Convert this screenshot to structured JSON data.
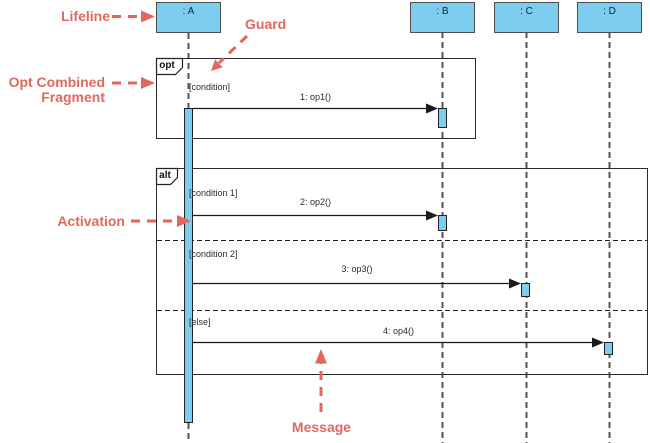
{
  "colors": {
    "shape-fill": "#7DCDF0",
    "shape-border": "#4D4D4D",
    "annotation-red": "#E2675C"
  },
  "diagram": {
    "type": "uml-sequence-diagram",
    "lifelines": [
      {
        "name": ": A"
      },
      {
        "name": ": B"
      },
      {
        "name": ": C"
      },
      {
        "name": ": D"
      }
    ],
    "fragments": [
      {
        "operator": "opt",
        "operands": [
          {
            "guard": "[condition]"
          }
        ]
      },
      {
        "operator": "alt",
        "operands": [
          {
            "guard": "[condition 1]"
          },
          {
            "guard": "[condition 2]"
          },
          {
            "guard": "[else]"
          }
        ]
      }
    ],
    "messages": [
      {
        "label": "1: op1()",
        "from": ": A",
        "to": ": B"
      },
      {
        "label": "2: op2()",
        "from": ": A",
        "to": ": B"
      },
      {
        "label": "3: op3()",
        "from": ": A",
        "to": ": C"
      },
      {
        "label": "4: op4()",
        "from": ": A",
        "to": ": D"
      }
    ]
  },
  "annotations": {
    "lifeline": "Lifeline",
    "guard": "Guard",
    "opt_fragment": "Opt Combined Fragment",
    "activation": "Activation",
    "message": "Message"
  }
}
